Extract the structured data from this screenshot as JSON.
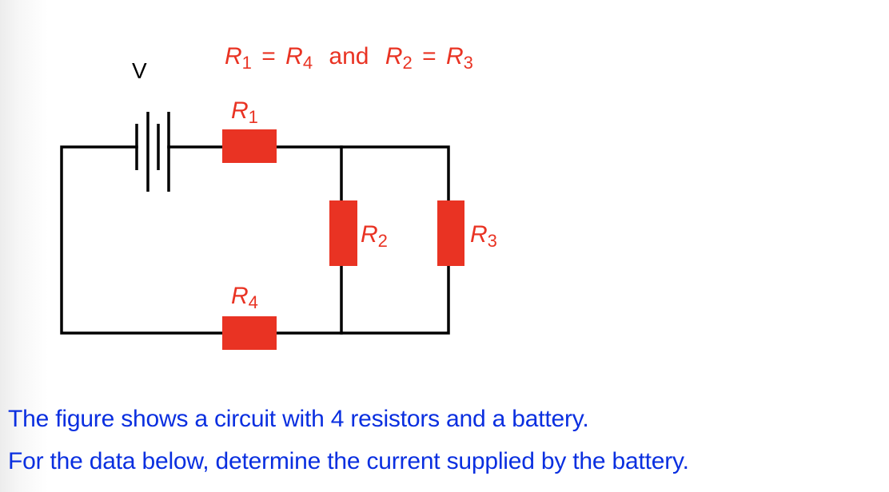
{
  "diagram": {
    "type": "circuit",
    "battery_label": "V",
    "condition": {
      "left_a": "R",
      "left_a_sub": "1",
      "eq1": "=",
      "left_b": "R",
      "left_b_sub": "4",
      "joiner": "and",
      "right_a": "R",
      "right_a_sub": "2",
      "eq2": "=",
      "right_b": "R",
      "right_b_sub": "3"
    },
    "resistors": [
      {
        "id": "R1",
        "letter": "R",
        "sub": "1",
        "position": "top branch, series"
      },
      {
        "id": "R2",
        "letter": "R",
        "sub": "2",
        "position": "parallel branch, left"
      },
      {
        "id": "R3",
        "letter": "R",
        "sub": "3",
        "position": "parallel branch, right"
      },
      {
        "id": "R4",
        "letter": "R",
        "sub": "4",
        "position": "bottom branch, series"
      }
    ],
    "colors": {
      "resistor": "#e93323",
      "wire": "#000000",
      "caption": "#0a2fe0"
    }
  },
  "caption": {
    "line1": "The figure shows a circuit with 4 resistors and a battery.",
    "line2": "For the data below, determine the current supplied by the battery."
  }
}
